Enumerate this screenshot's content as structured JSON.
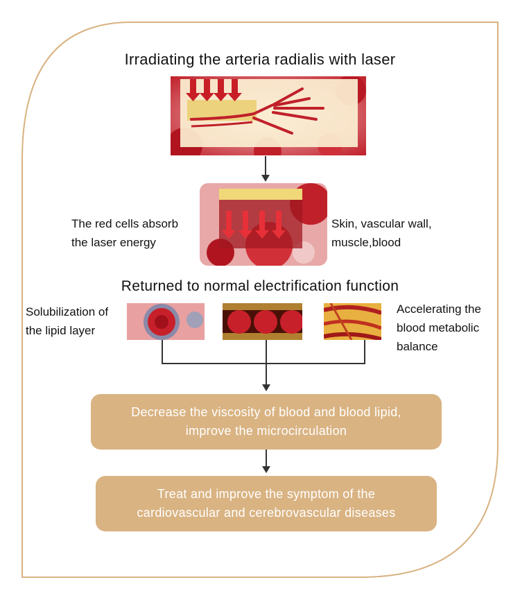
{
  "title": "Irradiating the arteria radialis with laser",
  "step2": {
    "left_line1": "The red cells absorb",
    "left_line2": "the laser energy",
    "right_line1": "Skin, vascular wall,",
    "right_line2": "muscle,blood"
  },
  "subtitle": "Returned to normal electrification function",
  "step3": {
    "left_line1": "Solubilization of",
    "left_line2": "the lipid layer",
    "right_line1": "Accelerating the",
    "right_line2": "blood metabolic",
    "right_line3": "balance"
  },
  "box1": {
    "line1": "Decrease the viscosity of blood and blood lipid,",
    "line2": "improve the microcirculation"
  },
  "box2": {
    "line1": "Treat and improve the symptom of the",
    "line2": "cardiovascular and cerebrovascular diseases"
  },
  "colors": {
    "frame": "#d9b382",
    "box_fill": "#d9b382",
    "arrow": "#333333",
    "blood_red": "#c8252a"
  }
}
